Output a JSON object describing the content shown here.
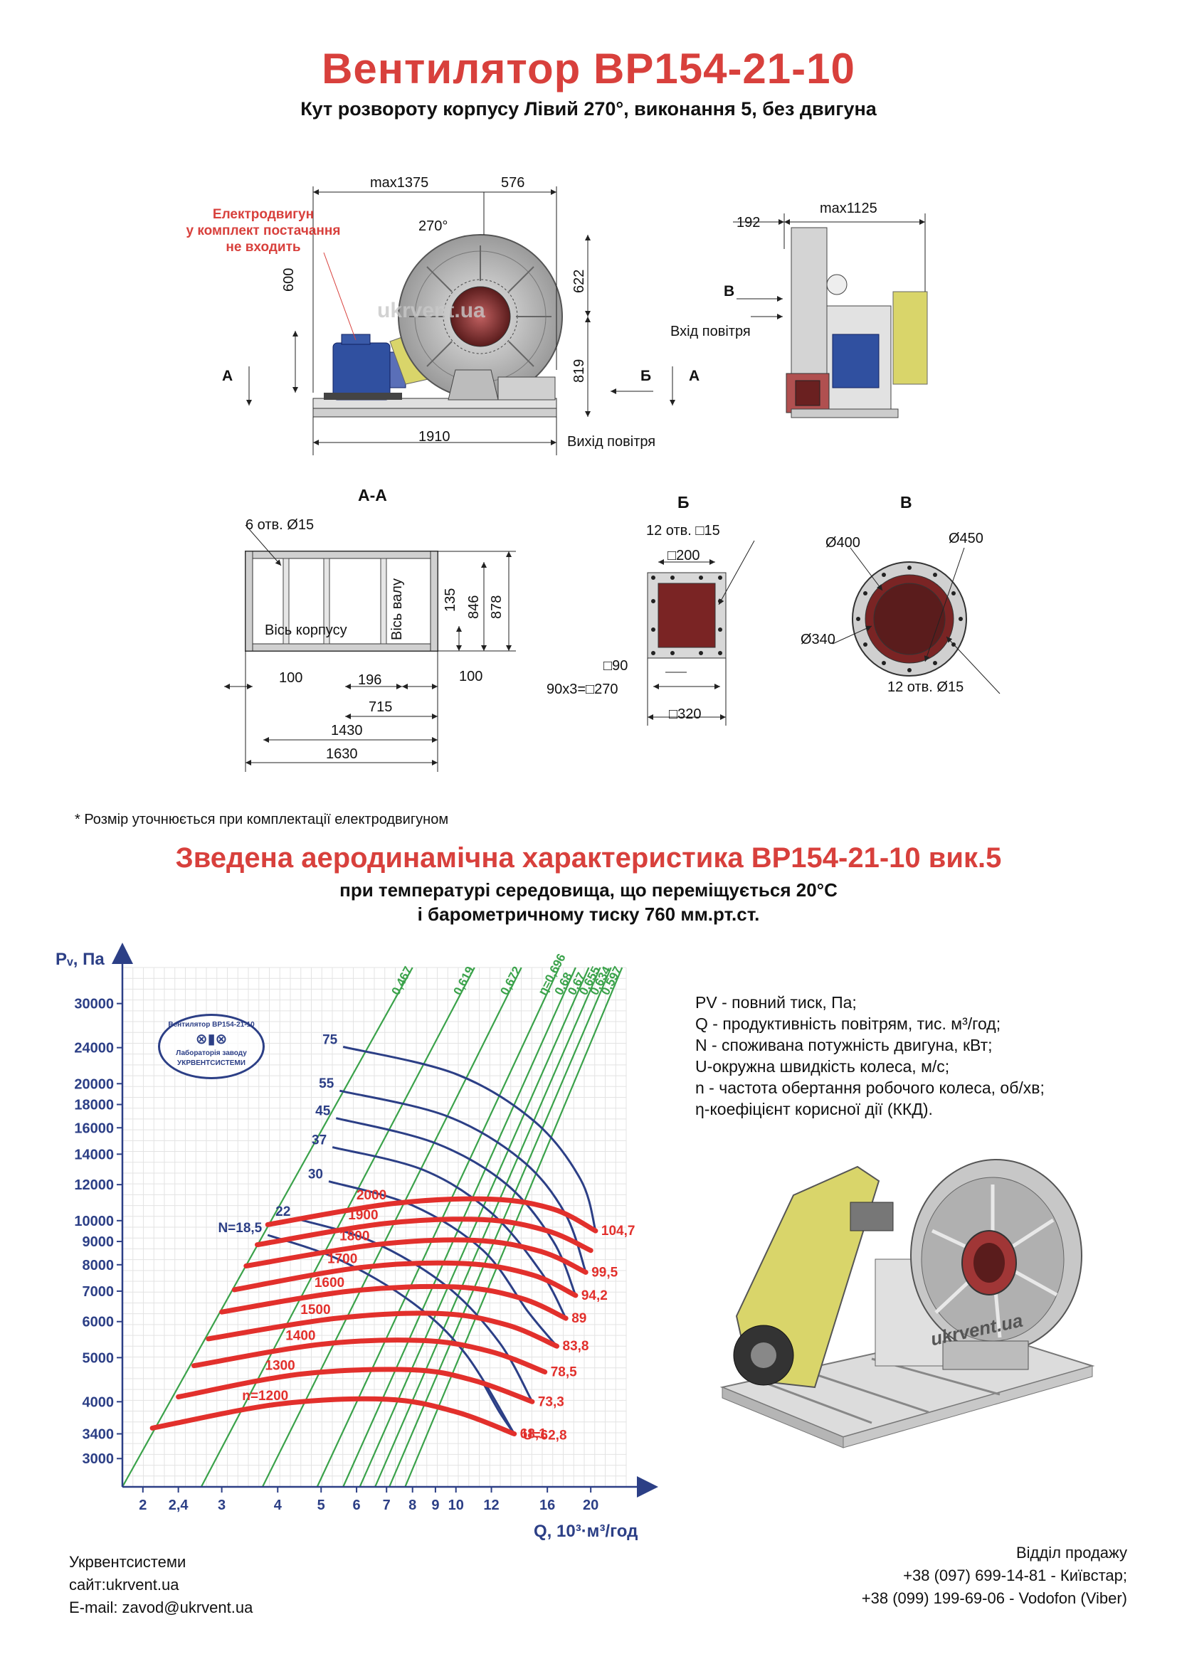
{
  "header": {
    "title": "Вентилятор ВР154-21-10",
    "subtitle": "Кут розвороту корпусу Лівий 270°, виконання 5, без двигуна"
  },
  "drawing": {
    "dims_front": {
      "max_width": "max1375",
      "inlet_offset": "576",
      "angle": "270°",
      "height_600": "600",
      "height_622": "622",
      "height_819": "819",
      "base_1910": "1910"
    },
    "motor_note": [
      "Електродвигун",
      "у комплект постачання",
      "не входить"
    ],
    "view_a_marker": "А",
    "view_b_marker": "Б",
    "view_v_marker": "В",
    "outlet_label": "Вихід повітря",
    "inlet_label": "Вхід повітря",
    "dims_side": {
      "d192": "192",
      "max1125": "max1125"
    },
    "section_aa": {
      "title": "А-А",
      "holes": "6 отв. Ø15",
      "axis_body": "Вісь корпусу",
      "axis_shaft": "Вісь валу",
      "d135": "135",
      "d846": "846",
      "d878": "878",
      "d100a": "100",
      "d196": "196",
      "d100b": "100",
      "d715": "715",
      "d1430": "1430",
      "d1630": "1630"
    },
    "section_b": {
      "title": "Б",
      "holes": "12 отв. □15",
      "d200": "□200",
      "d90": "□90",
      "d270": "90x3=□270",
      "d320": "□320"
    },
    "section_v": {
      "title": "В",
      "d400": "Ø400",
      "d450": "Ø450",
      "d340": "Ø340",
      "holes": "12 отв. Ø15"
    },
    "watermark": "ukrvent.ua"
  },
  "footnote": "* Розмір уточнюється при комплектації електродвигуном",
  "aero": {
    "title": "Зведена аеродинамічна характеристика ВР154-21-10 вик.5",
    "sub1": "при температурі середовища, що переміщується 20°C",
    "sub2": "і барометричному тиску 760 мм.рт.ст."
  },
  "legend": [
    "PV - повний тиск, Па;",
    "Q - продуктивність повітрям, тис. м³/год;",
    "N - споживана потужність двигуна, кВт;",
    "U-окружна швидкість колеса, м/с;",
    "n - частота обертання робочого колеса, об/хв;",
    "η-коефіцієнт корисної дії (ККД)."
  ],
  "stamp": {
    "line1": "Вентилятор ВР154-21-10",
    "line2": "Лабораторія заводу",
    "line3": "УКРВЕНТСИСТЕМИ"
  },
  "photo_watermark": "ukrvent.ua",
  "chart_data": {
    "type": "line",
    "xlabel": "Q, 10³·м³/год",
    "ylabel": "Pᵥ, Па",
    "x_scale": "log",
    "y_scale": "log",
    "xlim": [
      1.8,
      24
    ],
    "ylim": [
      2600,
      36000
    ],
    "x_ticks": [
      "2",
      "2,4",
      "3",
      "4",
      "5",
      "6",
      "7",
      "8",
      "9",
      "10",
      "12",
      "16",
      "20"
    ],
    "x_tick_values": [
      2,
      2.4,
      3,
      4,
      5,
      6,
      7,
      8,
      9,
      10,
      12,
      16,
      20
    ],
    "y_ticks": [
      "3000",
      "3400",
      "4000",
      "5000",
      "6000",
      "7000",
      "8000",
      "9000",
      "10000",
      "12000",
      "14000",
      "16000",
      "18000",
      "20000",
      "24000",
      "30000"
    ],
    "y_tick_values": [
      3000,
      3400,
      4000,
      5000,
      6000,
      7000,
      8000,
      9000,
      10000,
      12000,
      14000,
      16000,
      18000,
      20000,
      24000,
      30000
    ],
    "speed_curves": [
      {
        "name": "n=1200",
        "power": "68,1",
        "points": [
          [
            2.1,
            3500
          ],
          [
            4,
            3950
          ],
          [
            7,
            4050
          ],
          [
            10,
            3800
          ],
          [
            13.5,
            3400
          ]
        ]
      },
      {
        "name": "1300",
        "power": "73,3",
        "points": [
          [
            2.4,
            4100
          ],
          [
            4.5,
            4600
          ],
          [
            8,
            4700
          ],
          [
            11,
            4450
          ],
          [
            14.8,
            4000
          ]
        ]
      },
      {
        "name": "1400",
        "power": "78,5",
        "points": [
          [
            2.6,
            4800
          ],
          [
            5,
            5350
          ],
          [
            8.5,
            5450
          ],
          [
            12,
            5150
          ],
          [
            15.8,
            4650
          ]
        ]
      },
      {
        "name": "1500",
        "power": "83,8",
        "points": [
          [
            2.8,
            5500
          ],
          [
            5.4,
            6100
          ],
          [
            9.2,
            6250
          ],
          [
            13,
            5900
          ],
          [
            16.8,
            5300
          ]
        ]
      },
      {
        "name": "1600",
        "power": "89",
        "points": [
          [
            3,
            6300
          ],
          [
            5.8,
            7000
          ],
          [
            10,
            7150
          ],
          [
            14,
            6750
          ],
          [
            17.6,
            6100
          ]
        ]
      },
      {
        "name": "1700",
        "power": "94,2",
        "points": [
          [
            3.2,
            7050
          ],
          [
            6.2,
            7900
          ],
          [
            10.5,
            8050
          ],
          [
            14.8,
            7600
          ],
          [
            18.5,
            6850
          ]
        ]
      },
      {
        "name": "1800",
        "power": "99,5",
        "points": [
          [
            3.4,
            7950
          ],
          [
            6.6,
            8850
          ],
          [
            11,
            9050
          ],
          [
            15.5,
            8550
          ],
          [
            19.5,
            7700
          ]
        ]
      },
      {
        "name": "1900",
        "power": "",
        "points": [
          [
            3.6,
            8850
          ],
          [
            6.9,
            9850
          ],
          [
            11.5,
            10050
          ],
          [
            16,
            9500
          ],
          [
            20,
            8600
          ]
        ]
      },
      {
        "name": "2000",
        "power": "104,7",
        "points": [
          [
            3.8,
            9800
          ],
          [
            7.2,
            10900
          ],
          [
            12,
            11150
          ],
          [
            16.5,
            10600
          ],
          [
            20.5,
            9500
          ]
        ]
      }
    ],
    "power_curves": [
      {
        "name": "U=62,8",
        "points": [
          [
            13.5,
            3400
          ],
          [
            12.5,
            3800
          ],
          [
            11.5,
            4400
          ]
        ]
      },
      {
        "name": "N=18,5",
        "points": [
          [
            3.8,
            9300
          ],
          [
            5.5,
            8200
          ],
          [
            8,
            6600
          ],
          [
            10.5,
            5100
          ],
          [
            13.5,
            3400
          ]
        ]
      },
      {
        "name": "22",
        "points": [
          [
            4.4,
            10100
          ],
          [
            6.5,
            9000
          ],
          [
            9.5,
            7200
          ],
          [
            12.5,
            5400
          ],
          [
            14.8,
            4000
          ]
        ]
      },
      {
        "name": "30",
        "points": [
          [
            5.2,
            12200
          ],
          [
            8,
            10800
          ],
          [
            11.5,
            8600
          ],
          [
            14.5,
            6300
          ],
          [
            16.8,
            5300
          ]
        ]
      },
      {
        "name": "37",
        "points": [
          [
            5.3,
            14500
          ],
          [
            8.5,
            12900
          ],
          [
            12,
            10400
          ],
          [
            15.5,
            7700
          ],
          [
            17.6,
            6100
          ]
        ]
      },
      {
        "name": "45",
        "points": [
          [
            5.4,
            16800
          ],
          [
            9,
            14800
          ],
          [
            13,
            12000
          ],
          [
            16.5,
            9000
          ],
          [
            18.5,
            6850
          ]
        ]
      },
      {
        "name": "55",
        "points": [
          [
            5.5,
            19300
          ],
          [
            9.5,
            17000
          ],
          [
            14,
            13600
          ],
          [
            17.5,
            10400
          ],
          [
            19.5,
            7700
          ]
        ]
      },
      {
        "name": "75",
        "points": [
          [
            5.6,
            24100
          ],
          [
            10,
            21000
          ],
          [
            15,
            16500
          ],
          [
            19,
            12300
          ],
          [
            20.5,
            9500
          ]
        ]
      }
    ],
    "efficiency_lines": [
      {
        "name": "0,467",
        "points": [
          [
            1.8,
            2600
          ],
          [
            8,
            36000
          ]
        ]
      },
      {
        "name": "0,619",
        "points": [
          [
            2.7,
            2600
          ],
          [
            11,
            36000
          ]
        ]
      },
      {
        "name": "0,672",
        "points": [
          [
            3.7,
            2600
          ],
          [
            14,
            36000
          ]
        ]
      },
      {
        "name": "η=0,696",
        "points": [
          [
            4.9,
            2600
          ],
          [
            17,
            36000
          ]
        ]
      },
      {
        "name": "0,68",
        "points": [
          [
            5.6,
            2600
          ],
          [
            18.5,
            36000
          ]
        ]
      },
      {
        "name": "0,67",
        "points": [
          [
            6.1,
            2600
          ],
          [
            19.8,
            36000
          ]
        ]
      },
      {
        "name": "0,655",
        "points": [
          [
            6.6,
            2600
          ],
          [
            21,
            36000
          ]
        ]
      },
      {
        "name": "0,634",
        "points": [
          [
            7.1,
            2600
          ],
          [
            22.2,
            36000
          ]
        ]
      },
      {
        "name": "0,597",
        "points": [
          [
            7.7,
            2600
          ],
          [
            23.5,
            36000
          ]
        ]
      }
    ]
  },
  "footer": {
    "company": "Укрвентсистеми",
    "site": "сайт:ukrvent.ua",
    "email": "E-mail: zavod@ukrvent.ua",
    "sales": "Відділ продажу",
    "phone1": "+38 (097) 699-14-81 - Київстар;",
    "phone2": "+38 (099) 199-69-06 - Vodofon (Viber)"
  },
  "colors": {
    "title_red": "#d8403c",
    "speed_red": "#e2302c",
    "power_blue": "#2c3f86",
    "eff_green": "#3aa24a",
    "motor_blue": "#3050a0",
    "belt_yellow": "#d9d56a"
  }
}
